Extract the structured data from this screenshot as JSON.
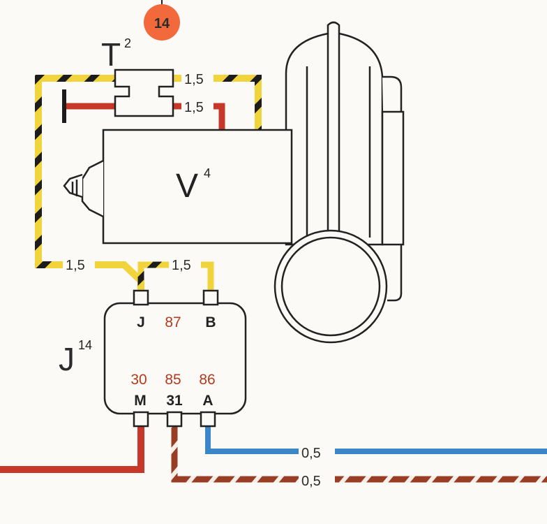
{
  "diagram": {
    "badge": "14",
    "switch": {
      "label": "T",
      "index": "2"
    },
    "motor": {
      "label": "V",
      "index": "4"
    },
    "relay": {
      "label": "J",
      "index": "14",
      "top_pins": [
        "J",
        "87",
        "B"
      ],
      "bottom_numbers": [
        "30",
        "85",
        "86"
      ],
      "bottom_pins": [
        "M",
        "31",
        "A"
      ]
    },
    "gauges": {
      "switch_upper": "1,5",
      "switch_lower": "1,5",
      "loop_left": "1,5",
      "loop_right": "1,5",
      "blue_wire": "0,5",
      "brown_white_wire": "0,5"
    },
    "colors": {
      "red": "#c8382a",
      "yellow": "#f1d43c",
      "black": "#1c1c1c",
      "blue": "#3a86c6",
      "brown": "#9a3d25",
      "badge": "#f26a3c"
    }
  }
}
